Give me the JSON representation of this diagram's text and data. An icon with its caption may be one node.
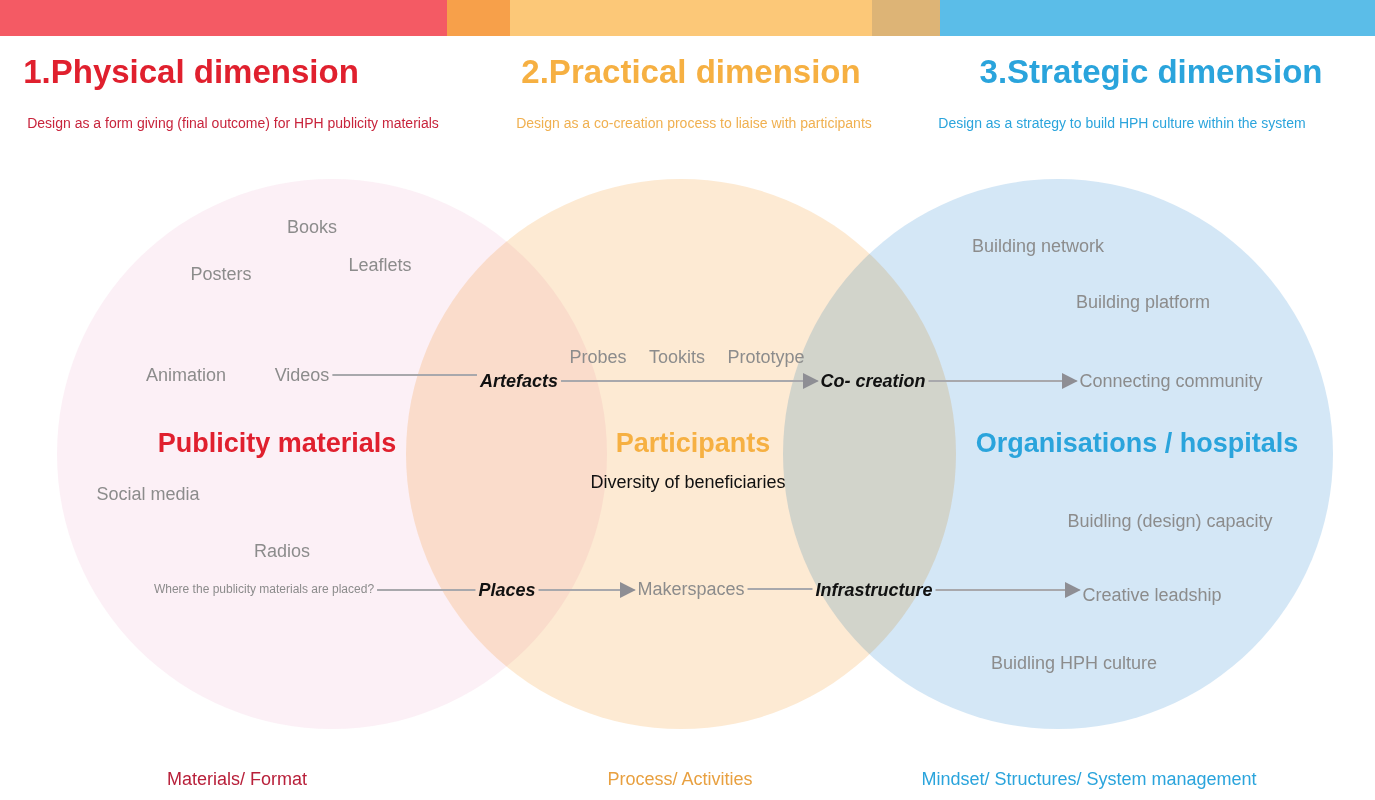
{
  "diagram": {
    "nodes": [
      {
        "text": [
          "Publicity materials"
        ]
      },
      {
        "text": [
          "Participants",
          "Diversity of beneficiaries"
        ]
      },
      {
        "text": [
          "Organisations / hospitals"
        ]
      },
      {
        "text": [
          "Videos"
        ],
        "in": 0
      },
      {
        "text": [
          "Artefacts"
        ]
      },
      {
        "text": [
          "Co- creation"
        ]
      },
      {
        "text": [
          "Connecting community"
        ],
        "in": 2
      },
      {
        "text": [
          "Where the publicity materials are placed?"
        ],
        "in": 0
      },
      {
        "text": [
          "Places"
        ]
      },
      {
        "text": [
          "Makerspaces"
        ],
        "in": 1
      },
      {
        "text": [
          "Infrastructure"
        ]
      },
      {
        "text": [
          "Creative leadship"
        ],
        "in": 2
      }
    ],
    "edges": [
      {
        "from": 3,
        "to": 4,
        "arrow": "none"
      },
      {
        "from": 4,
        "to": 5,
        "arrow": "to"
      },
      {
        "from": 5,
        "to": 6,
        "arrow": "to"
      },
      {
        "from": 7,
        "to": 8,
        "arrow": "none"
      },
      {
        "from": 8,
        "to": 9,
        "arrow": "to"
      },
      {
        "from": 9,
        "to": 10,
        "arrow": "none"
      },
      {
        "from": 10,
        "to": 11,
        "arrow": "to"
      }
    ],
    "labels": [
      "1.Physical dimension",
      "2.Practical dimension",
      "3.Strategic dimension",
      "Design as a form giving (final outcome) for HPH publicity materials",
      "Design as a co-creation process to liaise with participants",
      "Design as a strategy to build HPH culture within the system",
      "Books",
      "Building network",
      "Leaflets",
      "Posters",
      "Building platform",
      "Probes",
      "Tookits",
      "Prototype",
      "Animation",
      "Social media",
      "Buidling (design) capacity",
      "Radios",
      "Buidling HPH culture",
      "Materials/ Format",
      "Process/ Activities",
      "Mindset/ Structures/ System management"
    ]
  }
}
